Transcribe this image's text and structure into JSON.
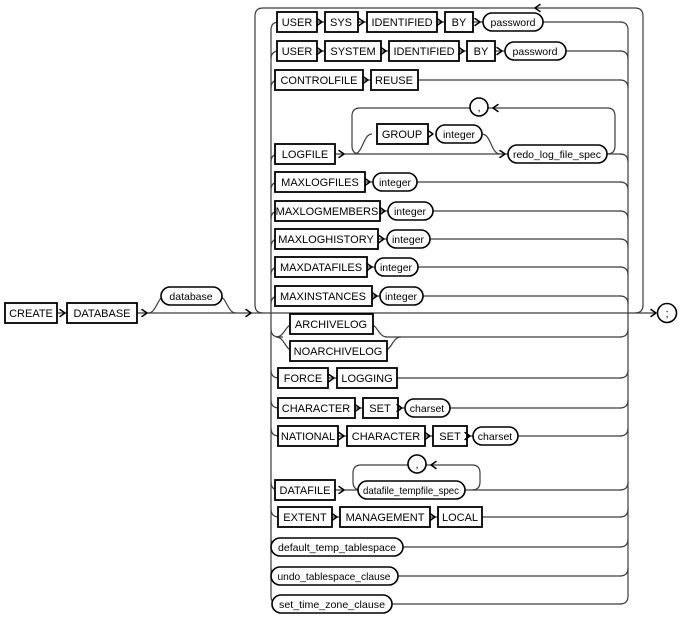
{
  "colors": {
    "bg": "#ffffff",
    "line": "#3d3d3d",
    "border": "#000000",
    "text": "#000000"
  },
  "statement": {
    "create": "CREATE",
    "database_keyword": "DATABASE",
    "database_name": "database",
    "terminator": ";"
  },
  "options": {
    "user_sys": {
      "user": "USER",
      "sys": "SYS",
      "identified": "IDENTIFIED",
      "by": "BY",
      "password": "password"
    },
    "user_system": {
      "user": "USER",
      "system": "SYSTEM",
      "identified": "IDENTIFIED",
      "by": "BY",
      "password": "password"
    },
    "controlfile_reuse": {
      "controlfile": "CONTROLFILE",
      "reuse": "REUSE"
    },
    "logfile": {
      "logfile": "LOGFILE",
      "group": "GROUP",
      "integer": "integer",
      "redo_log_file_spec": "redo_log_file_spec",
      "separator": ","
    },
    "maxlogfiles": {
      "keyword": "MAXLOGFILES",
      "integer": "integer"
    },
    "maxlogmembers": {
      "keyword": "MAXLOGMEMBERS",
      "integer": "integer"
    },
    "maxloghistory": {
      "keyword": "MAXLOGHISTORY",
      "integer": "integer"
    },
    "maxdatafiles": {
      "keyword": "MAXDATAFILES",
      "integer": "integer"
    },
    "maxinstances": {
      "keyword": "MAXINSTANCES",
      "integer": "integer"
    },
    "archivelog_choice": {
      "archivelog": "ARCHIVELOG",
      "noarchivelog": "NOARCHIVELOG"
    },
    "force_logging": {
      "force": "FORCE",
      "logging": "LOGGING"
    },
    "character_set": {
      "character": "CHARACTER",
      "set": "SET",
      "charset": "charset"
    },
    "national_character_set": {
      "national": "NATIONAL",
      "character": "CHARACTER",
      "set": "SET",
      "charset": "charset"
    },
    "datafile": {
      "datafile": "DATAFILE",
      "datafile_tempfile_spec": "datafile_tempfile_spec",
      "separator": ","
    },
    "extent_management": {
      "extent": "EXTENT",
      "management": "MANAGEMENT",
      "local": "LOCAL"
    },
    "default_temp_tablespace": "default_temp_tablespace",
    "undo_tablespace_clause": "undo_tablespace_clause",
    "set_time_zone_clause": "set_time_zone_clause"
  }
}
